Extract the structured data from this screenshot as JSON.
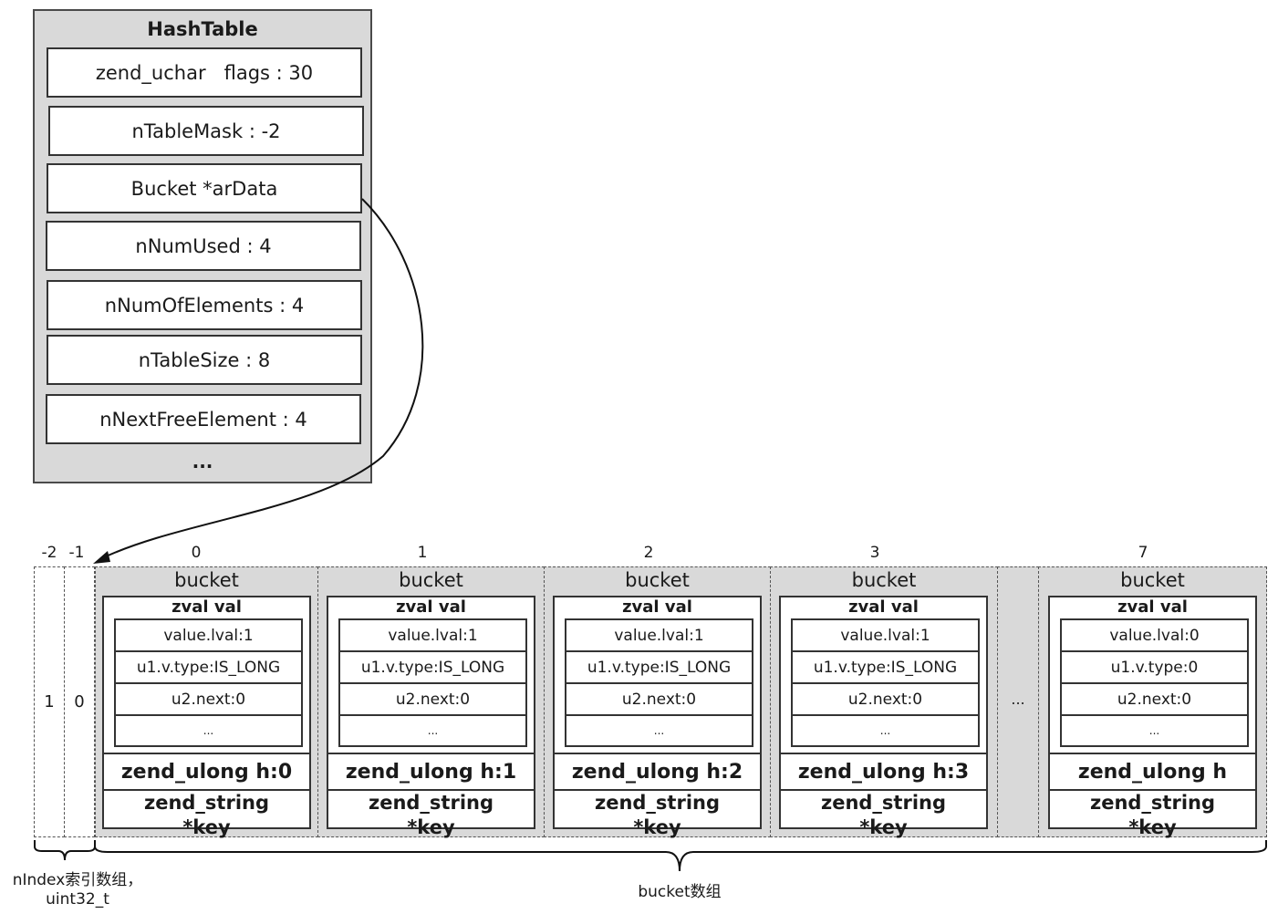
{
  "hashtable": {
    "title": "HashTable",
    "fields": [
      "zend_uchar   flags : 30",
      "nTableMask : -2",
      "Bucket *arData",
      "nNumUsed : 4",
      "nNumOfElements : 4",
      "nTableSize : 8",
      "nNextFreeElement : 4"
    ],
    "ellipsis": "..."
  },
  "nindex": {
    "indices": [
      "-2",
      "-1"
    ],
    "values": [
      "1",
      "0"
    ],
    "caption_line1": "nIndex索引数组，",
    "caption_line2": "uint32_t"
  },
  "buckets": [
    {
      "index": "0",
      "title": "bucket",
      "zval_title": "zval val",
      "lval": "value.lval:1",
      "type": "u1.v.type:IS_LONG",
      "next": "u2.next:0",
      "more": "...",
      "h": "zend_ulong h:0",
      "key_line1": "zend_string",
      "key_line2": "*key"
    },
    {
      "index": "1",
      "title": "bucket",
      "zval_title": "zval val",
      "lval": "value.lval:1",
      "type": "u1.v.type:IS_LONG",
      "next": "u2.next:0",
      "more": "...",
      "h": "zend_ulong h:1",
      "key_line1": "zend_string",
      "key_line2": "*key"
    },
    {
      "index": "2",
      "title": "bucket",
      "zval_title": "zval val",
      "lval": "value.lval:1",
      "type": "u1.v.type:IS_LONG",
      "next": "u2.next:0",
      "more": "...",
      "h": "zend_ulong h:2",
      "key_line1": "zend_string",
      "key_line2": "*key"
    },
    {
      "index": "3",
      "title": "bucket",
      "zval_title": "zval val",
      "lval": "value.lval:1",
      "type": "u1.v.type:IS_LONG",
      "next": "u2.next:0",
      "more": "...",
      "h": "zend_ulong h:3",
      "key_line1": "zend_string",
      "key_line2": "*key"
    },
    {
      "index": "7",
      "title": "bucket",
      "zval_title": "zval val",
      "lval": "value.lval:0",
      "type": "u1.v.type:0",
      "next": "u2.next:0",
      "more": "...",
      "h": "zend_ulong h",
      "key_line1": "zend_string",
      "key_line2": "*key"
    }
  ],
  "gap_ellipsis": "...",
  "bucket_caption": "bucket数组"
}
